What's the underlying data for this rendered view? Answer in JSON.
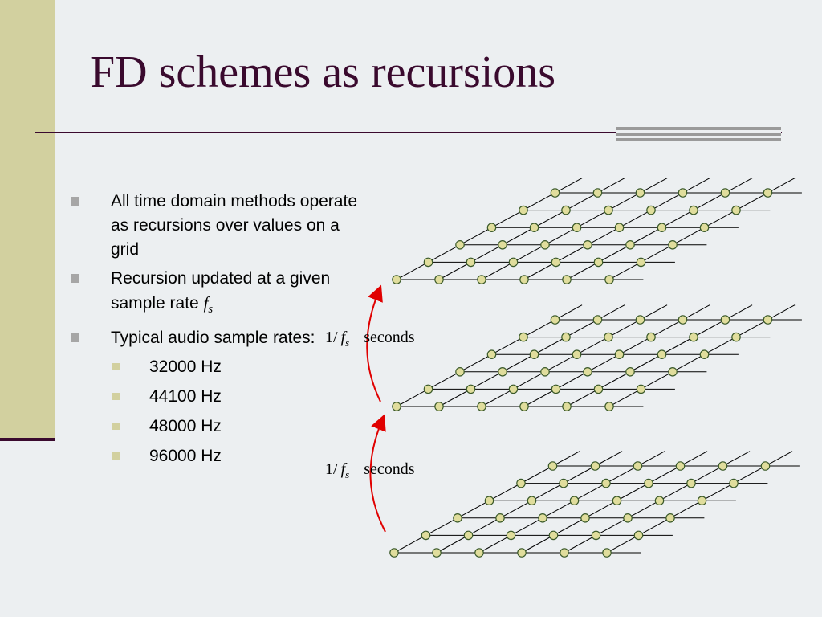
{
  "slide": {
    "title": "FD schemes as recursions",
    "bullets": [
      {
        "text": "All time domain methods operate as recursions over values on a grid"
      },
      {
        "text": "Recursion updated at a given sample rate",
        "symbol": "f",
        "subscript": "s"
      },
      {
        "text": "Typical audio sample rates:"
      }
    ],
    "rates": [
      "32000 Hz",
      "44100 Hz",
      "48000 Hz",
      "96000 Hz"
    ]
  },
  "diagram": {
    "grid_rows": 6,
    "grid_cols": 6,
    "arrow_labels": [
      {
        "prefix": "1/",
        "symbol": "f",
        "subscript": "s",
        "unit": "seconds"
      },
      {
        "prefix": "1/",
        "symbol": "f",
        "subscript": "s",
        "unit": "seconds"
      }
    ],
    "colors": {
      "node_fill": "#e0dd9c",
      "node_stroke": "#3b5a2a",
      "line": "#000000",
      "arrow": "#e00000"
    }
  }
}
